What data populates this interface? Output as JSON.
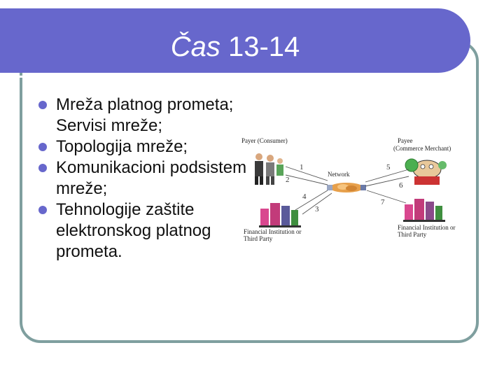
{
  "slide": {
    "title_prefix": "Čas",
    "title_number": "13-14",
    "bullets": [
      "Mreža platnog prometa; Servisi mreže;",
      "Topologija mreže;",
      "Komunikacioni podsistem mreže;",
      "Tehnologije zaštite elektronskog platnog prometa."
    ]
  },
  "diagram": {
    "payer_label": "Payer (Consumer)",
    "payee_label_1": "Payee",
    "payee_label_2": "(Commerce Merchant)",
    "network_label": "Network",
    "fi_left_1": "Financial Institution or",
    "fi_left_2": "Third Party",
    "fi_right_1": "Financial Institution or",
    "fi_right_2": "Third Party",
    "step_1": "1",
    "step_2": "2",
    "step_3": "3",
    "step_4": "4",
    "step_5": "5",
    "step_6": "6",
    "step_7": "7"
  },
  "colors": {
    "title_bar": "#6767cc",
    "frame_border": "#7f9f9f",
    "bullet": "#6767cc"
  }
}
